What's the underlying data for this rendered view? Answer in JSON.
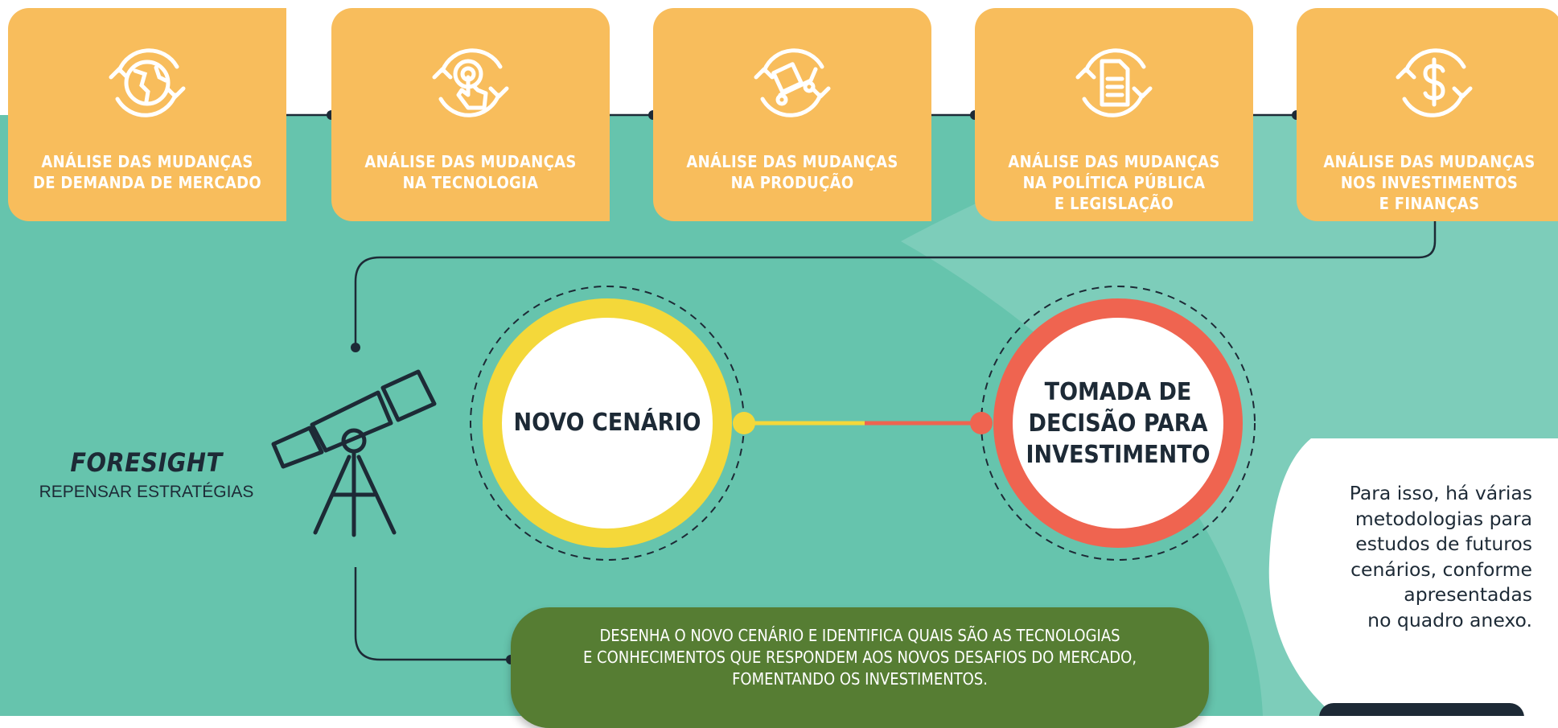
{
  "cards": [
    {
      "label": "ANÁLISE DAS MUDANÇAS\nDE DEMANDA DE MERCADO",
      "icon": "globe-icon"
    },
    {
      "label": "ANÁLISE DAS MUDANÇAS\nNA TECNOLOGIA",
      "icon": "touch-tech-icon"
    },
    {
      "label": "ANÁLISE DAS MUDANÇAS\nNA PRODUÇÃO",
      "icon": "hand-truck-box-icon"
    },
    {
      "label": "ANÁLISE DAS MUDANÇAS\nNA POLÍTICA PÚBLICA\nE LEGISLAÇÃO",
      "icon": "document-icon"
    },
    {
      "label": "ANÁLISE DAS MUDANÇAS\nNOS INVESTIMENTOS\nE FINANÇAS",
      "icon": "dollar-icon"
    }
  ],
  "foresight": {
    "title": "FORESIGHT",
    "subtitle": "REPENSAR ESTRATÉGIAS",
    "icon": "telescope-icon"
  },
  "circles": {
    "left": "NOVO CENÁRIO",
    "right": "TOMADA DE\nDECISÃO PARA\nINVESTIMENTO"
  },
  "pill_text": "DESENHA O NOVO CENÁRIO E IDENTIFICA QUAIS SÃO AS TECNOLOGIAS\nE CONHECIMENTOS QUE RESPONDEM AOS NOVOS DESAFIOS DO MERCADO,\nFOMENTANDO OS INVESTIMENTOS.",
  "side_text": "Para isso, há várias\nmetodologias para\nestudos de futuros\ncenários, conforme\napresentadas\nno quadro anexo.",
  "colors": {
    "teal": "#66c4ad",
    "card": "#f8bd5c",
    "yellow": "#f4d83a",
    "coral": "#ef6450",
    "green": "#567d33",
    "navy": "#1d2a36"
  }
}
